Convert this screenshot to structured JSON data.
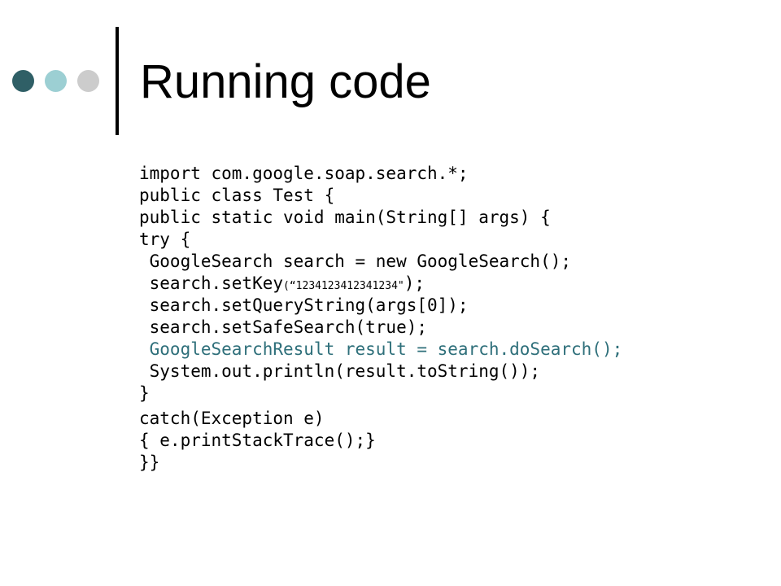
{
  "slide": {
    "title": "Running code",
    "colors": {
      "dot_1": "#2f5f66",
      "dot_2": "#9ccfd3",
      "dot_3": "#cccccc",
      "rule": "#000000",
      "highlight_code": "#2e6f7a"
    },
    "code_lines": [
      "import com.google.soap.search.*;",
      "public class Test {",
      "public static void main(String[] args) {",
      "try {",
      " GoogleSearch search = new GoogleSearch();",
      " search.setKey",
      "(“1234123412341234\"",
      ");",
      " search.setQueryString(args[0]);",
      " search.setSafeSearch(true);",
      " GoogleSearchResult result = search.doSearch();",
      " System.out.println(result.toString());",
      "}",
      "catch(Exception e)",
      "{ e.printStackTrace();}",
      "}}"
    ]
  }
}
